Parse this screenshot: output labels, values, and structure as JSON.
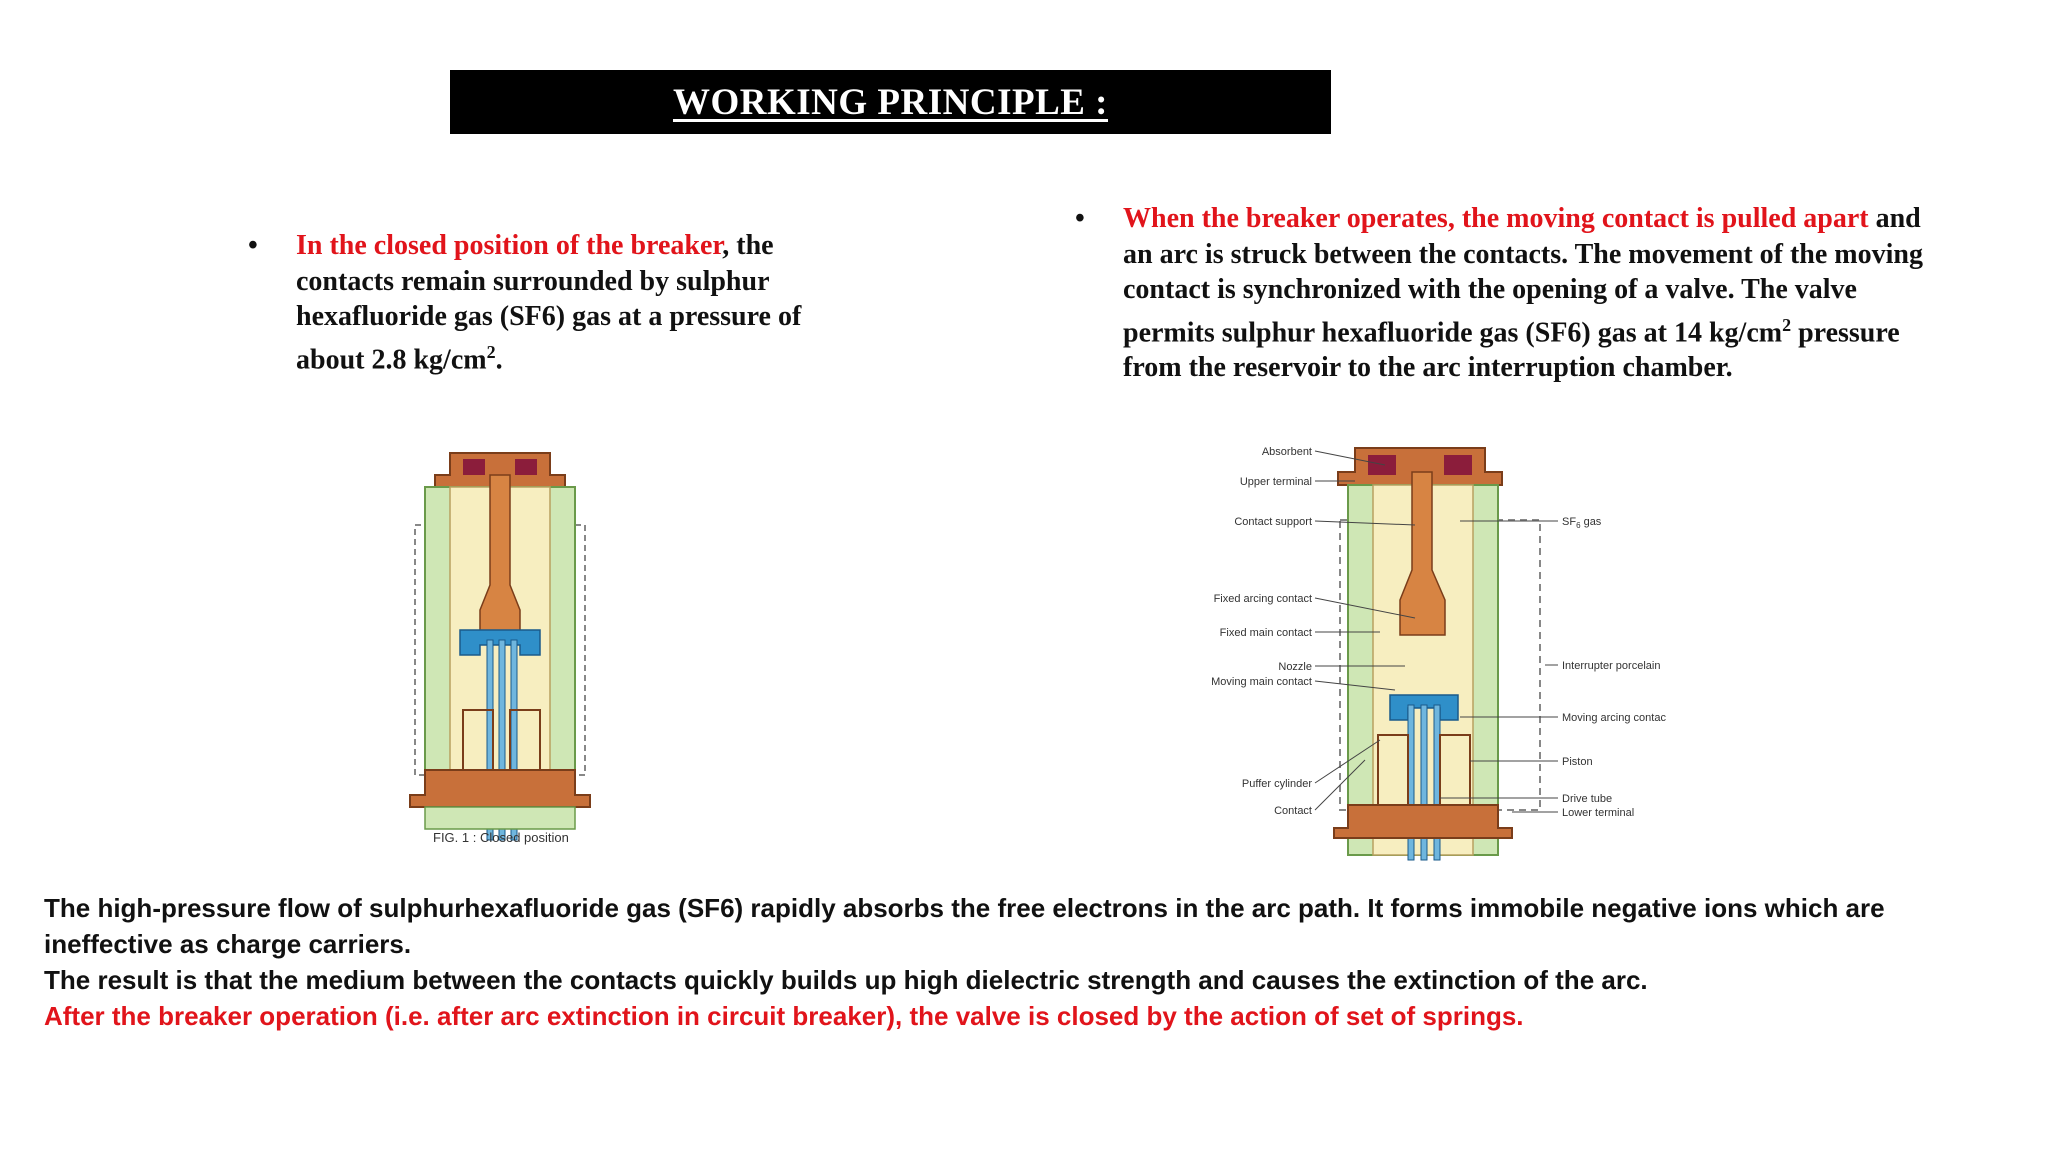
{
  "title": "WORKING PRINCIPLE :",
  "bullet_left": {
    "marker": "•",
    "red_text": "In the closed position of the breaker",
    "text": ", the contacts remain surrounded by sulphur hexafluoride gas (SF6) gas at a pressure of about 2.8 kg/cm",
    "sup": "2",
    "end": "."
  },
  "bullet_right": {
    "marker": "•",
    "red_text": "When the breaker operates, the moving contact is pulled apart",
    "text": " and an arc is struck between the contacts. The movement of the moving contact is synchronized with the opening of a valve. The valve permits sulphur hexafluoride gas (SF6) gas at 14 kg/cm",
    "sup": "2",
    "text_after": " pressure from the reservoir to the arc interruption chamber."
  },
  "figure1": {
    "caption": "FIG. 1 : Closed position"
  },
  "figure2": {
    "labels_left": [
      "Absorbent",
      "Upper terminal",
      "Contact support",
      "Fixed arcing contact",
      "Fixed main contact",
      "Nozzle",
      "Moving main contact",
      "Puffer cylinder",
      "Contact"
    ],
    "labels_right": [
      "SF",
      "6",
      " gas",
      "Interrupter porcelain",
      "Moving arcing contac",
      "Piston",
      "Drive tube",
      "Lower terminal"
    ]
  },
  "paragraph": {
    "line1": "The high-pressure flow of sulphurhexafluoride gas (SF6) rapidly absorbs the free electrons in the arc path. It forms immobile negative ions which are ineffective as charge carriers.",
    "line2": "The result is that the medium between the contacts quickly builds up high dielectric strength and causes the extinction of the arc.",
    "line3": "After the breaker operation (i.e. after arc extinction in circuit breaker), the valve is closed by the action of set of springs."
  },
  "colors": {
    "red": "#e1141b",
    "title_bg": "#000000"
  }
}
